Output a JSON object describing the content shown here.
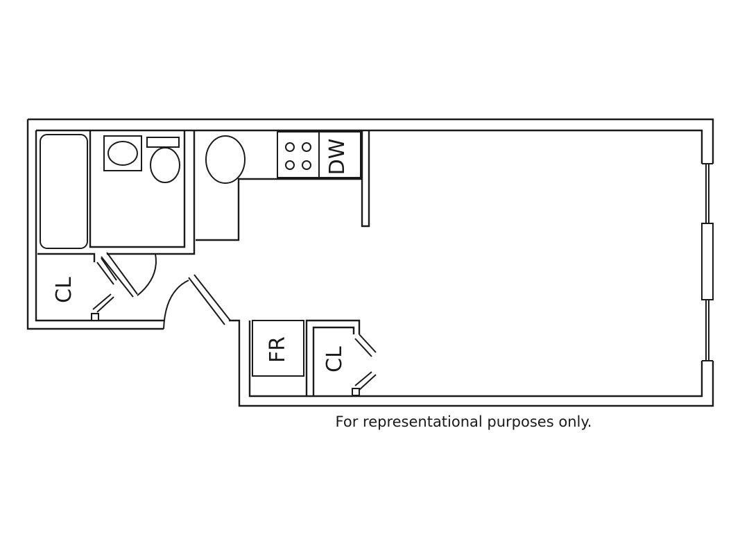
{
  "labels": {
    "closet_bath": "CL",
    "closet_entry": "CL",
    "fridge": "FR",
    "dishwasher": "DW"
  },
  "caption": "For representational purposes only."
}
